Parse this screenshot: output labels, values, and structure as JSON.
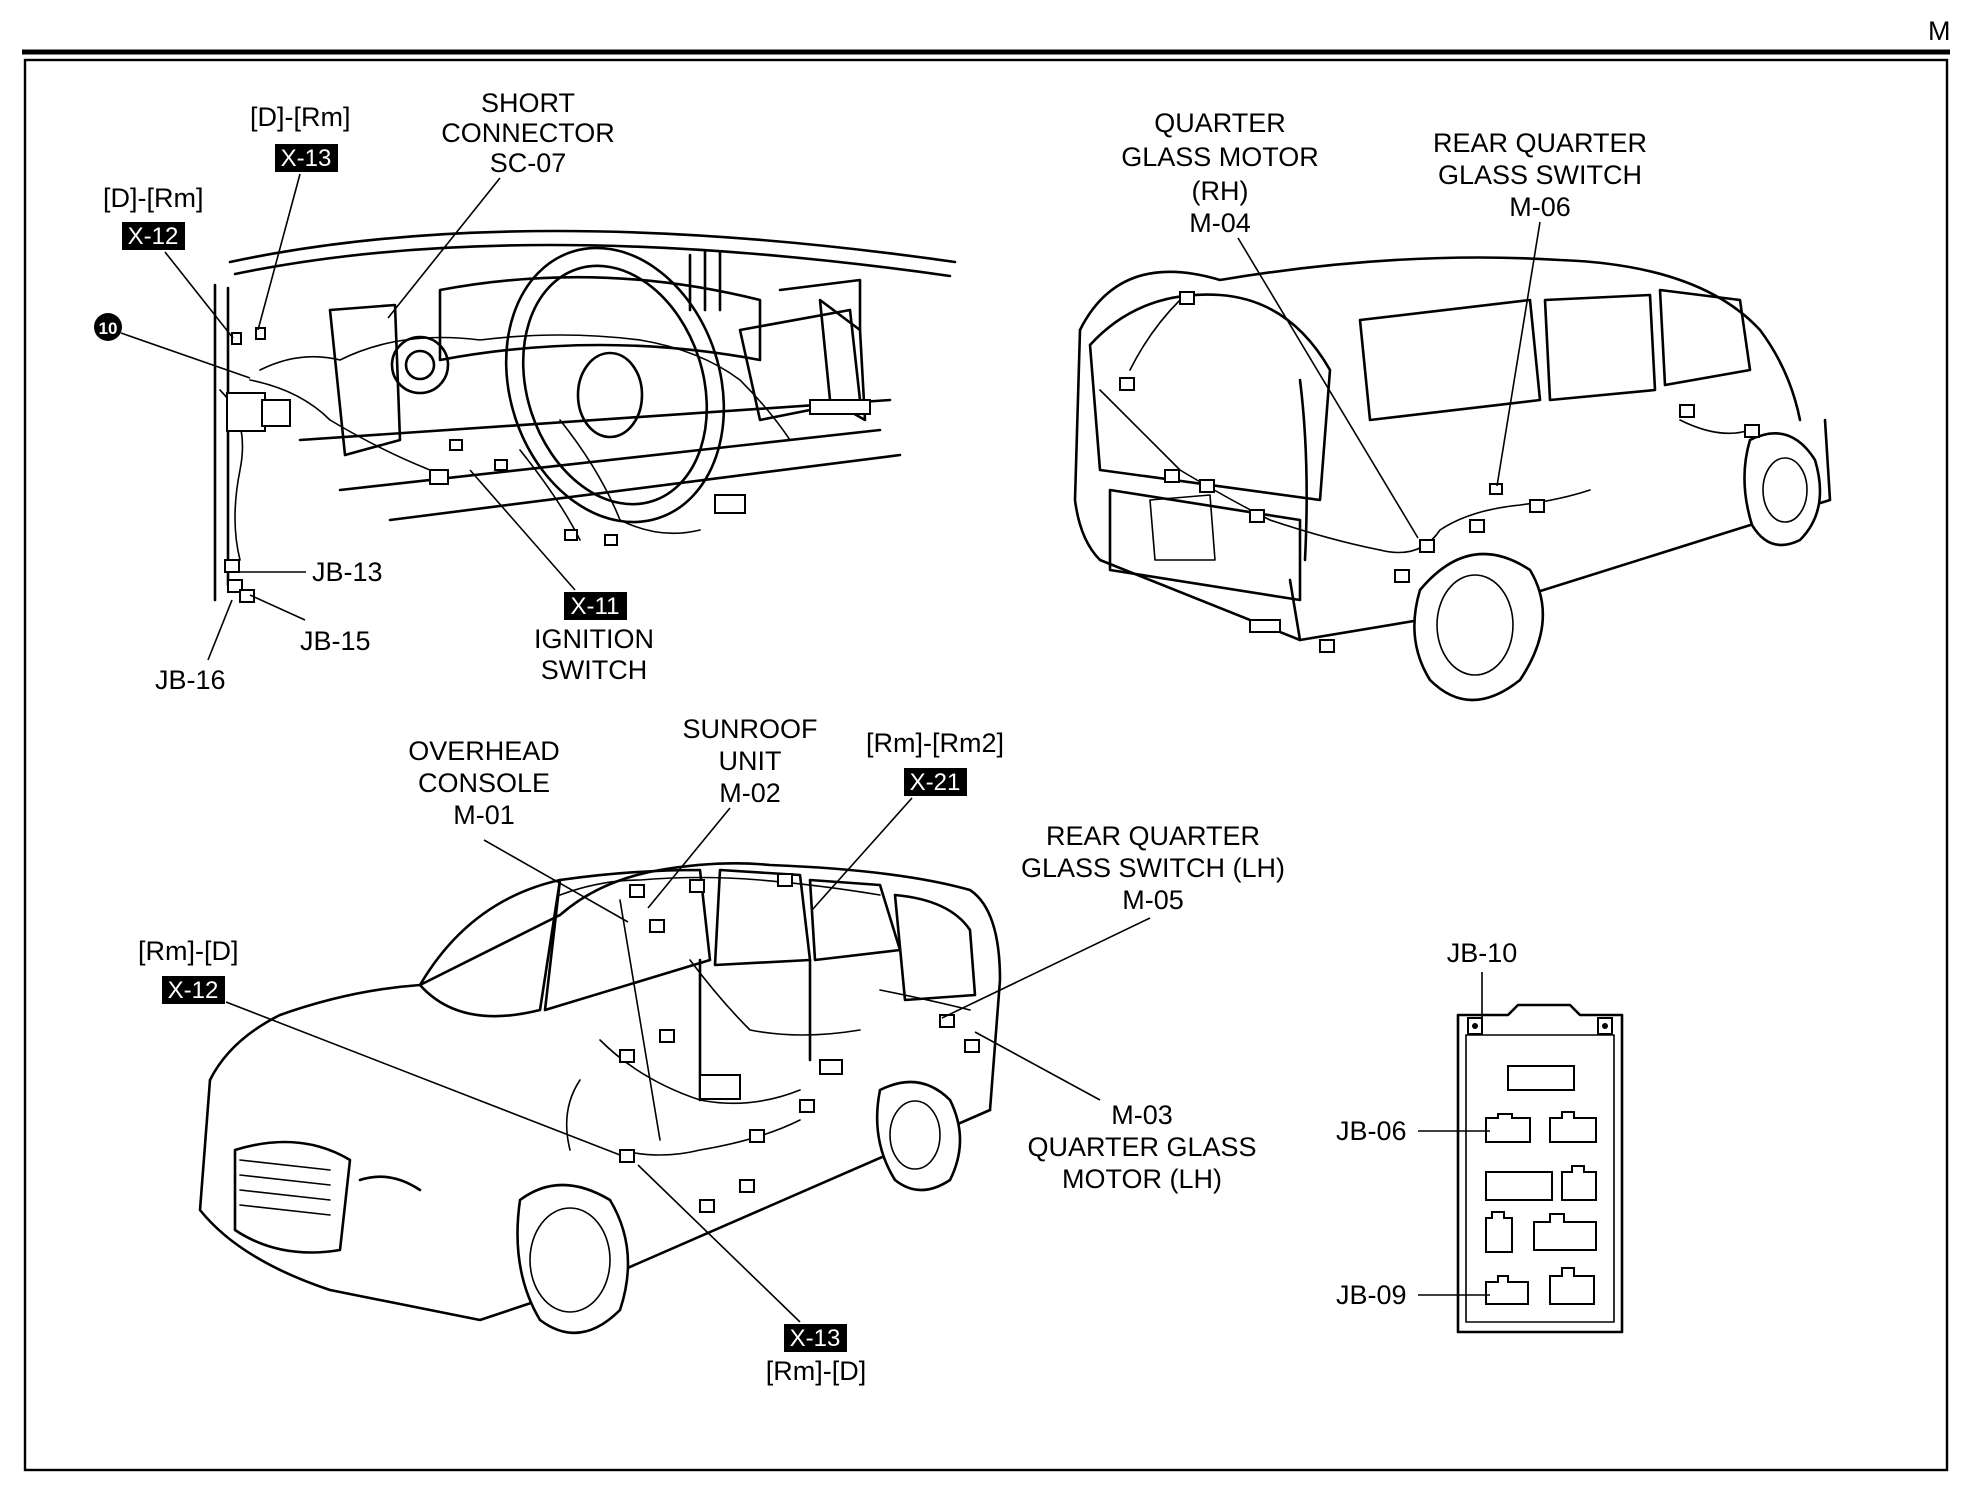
{
  "page": {
    "section_letter": "M"
  },
  "labels": {
    "x13_top": "[D]-[Rm]",
    "x12_top": "[D]-[Rm]",
    "short_connector": [
      "SHORT",
      "CONNECTOR",
      "SC-07"
    ],
    "ten_marker": "10",
    "jb13": "JB-13",
    "jb15": "JB-15",
    "jb16": "JB-16",
    "ignition_switch": "IGNITION",
    "ignition_switch_2": "SWITCH",
    "quarter_glass_motor_rh": [
      "QUARTER",
      "GLASS MOTOR",
      "(RH)",
      "M-04"
    ],
    "rear_quarter_glass_switch": [
      "REAR QUARTER",
      "GLASS SWITCH",
      "M-06"
    ],
    "overhead_console": [
      "OVERHEAD",
      "CONSOLE",
      "M-01"
    ],
    "sunroof_unit": [
      "SUNROOF",
      "UNIT",
      "M-02"
    ],
    "x21_label": "[Rm]-[Rm2]",
    "rear_quarter_glass_switch_lh": [
      "REAR QUARTER",
      "GLASS SWITCH (LH)",
      "M-05"
    ],
    "x12_bottom": "[Rm]-[D]",
    "quarter_glass_motor_lh": [
      "M-03",
      "QUARTER GLASS",
      "MOTOR (LH)"
    ],
    "x13_bottom": "[Rm]-[D]",
    "jb10": "JB-10",
    "jb06": "JB-06",
    "jb09": "JB-09"
  },
  "tags": {
    "x13_top": "X-13",
    "x12_top": "X-12",
    "x11": "X-11",
    "x21": "X-21",
    "x12_bottom": "X-12",
    "x13_bottom": "X-13"
  },
  "colors": {
    "ink": "#000000",
    "paper": "#ffffff"
  }
}
